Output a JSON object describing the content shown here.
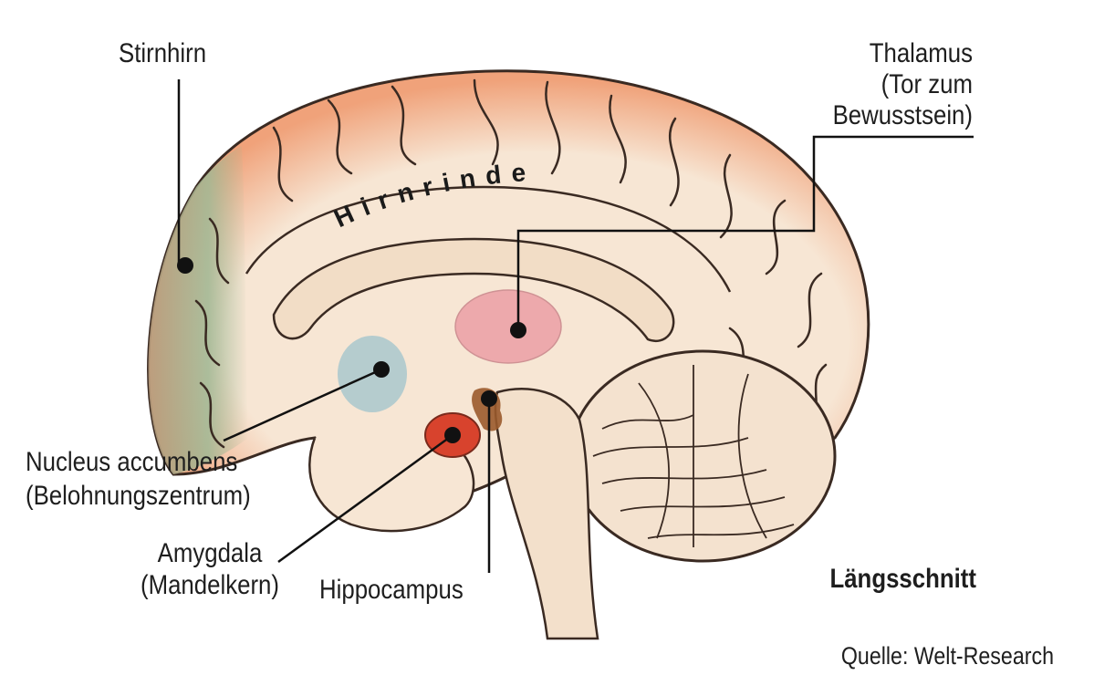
{
  "labels": {
    "stirnhirn": "Stirnhirn",
    "thalamus_1": "Thalamus",
    "thalamus_2": "(Tor zum",
    "thalamus_3": "Bewusstsein)",
    "hirnrinde": "Hirnrinde",
    "nucleus_1": "Nucleus accumbens",
    "nucleus_2": "(Belohnungszentrum)",
    "amygdala_1": "Amygdala",
    "amygdala_2": "(Mandelkern)",
    "hippocampus": "Hippocampus",
    "section": "Längsschnitt",
    "source": "Quelle: Welt-Research"
  },
  "colors": {
    "cortex_orange": "#f0a27a",
    "prefrontal_green": "#9fb894",
    "prefrontal_brown": "#b79a7a",
    "nucleus_blue": "#a9c7cc",
    "thalamus_pink": "#ec9fa6",
    "amygdala_red": "#d8432d",
    "hippocampus_brown": "#9a5a2c",
    "tissue": "#f7e6d4"
  }
}
